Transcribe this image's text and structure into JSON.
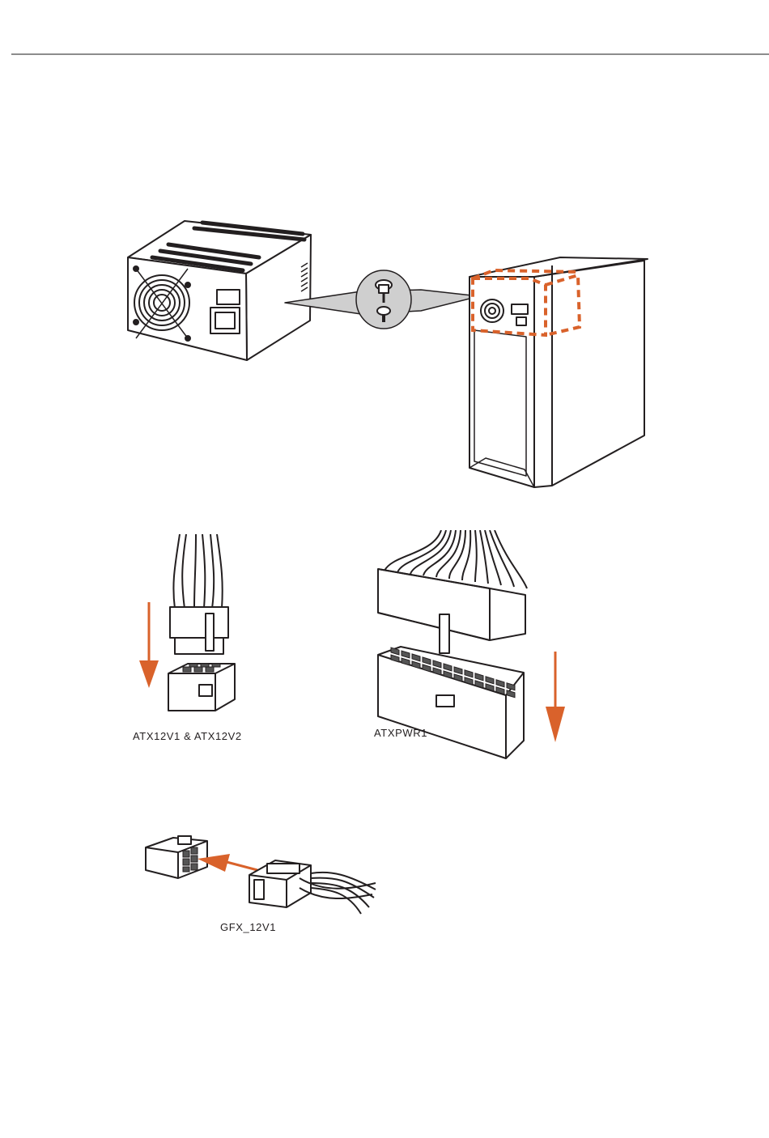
{
  "labels": {
    "atx12v": "ATX12V1 & ATX12V2",
    "atxpwr": "ATXPWR1",
    "gfx": "GFX_12V1"
  },
  "colors": {
    "accent": "#d9622b",
    "line": "#231f20",
    "callout_fill": "#cfcfcf",
    "header_rule": "#8c8c8c"
  },
  "icons": [
    "psu-icon",
    "screw-icon",
    "pc-case-icon",
    "arrow-down-icon",
    "arrow-left-icon",
    "connector-icon"
  ]
}
